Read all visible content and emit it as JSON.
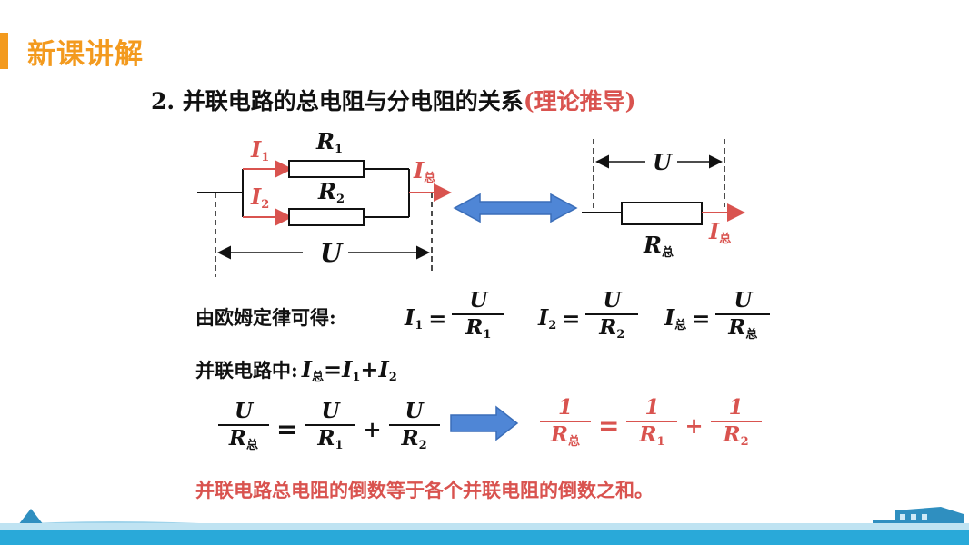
{
  "header": {
    "title": "新课讲解",
    "accent": "#f39a1e"
  },
  "section": {
    "title_main": "2. 并联电路的总电阻与分电阻的关系",
    "title_note": "(理论推导)"
  },
  "circuit_left": {
    "i1": "I",
    "i1_sub": "1",
    "i2": "I",
    "i2_sub": "2",
    "r1": "R",
    "r1_sub": "1",
    "r2": "R",
    "r2_sub": "2",
    "itotal": "I",
    "itotal_sub": "总",
    "u": "U"
  },
  "circuit_right": {
    "u": "U",
    "r": "R",
    "r_sub": "总",
    "i": "I",
    "i_sub": "总"
  },
  "ohm": {
    "label": "由欧姆定律可得:",
    "eq1_lhs": "I",
    "eq1_lhs_sub": "1",
    "eq1_num": "U",
    "eq1_den": "R",
    "eq1_den_sub": "1",
    "eq2_lhs": "I",
    "eq2_lhs_sub": "2",
    "eq2_num": "U",
    "eq2_den": "R",
    "eq2_den_sub": "2",
    "eq3_lhs": "I",
    "eq3_lhs_sub": "总",
    "eq3_num": "U",
    "eq3_den": "R",
    "eq3_den_sub": "总",
    "equals": "="
  },
  "parallel": {
    "label": "并联电路中:",
    "i": "I",
    "i_sub": "总",
    "eq": "=",
    "i1": "I",
    "i1_sub": "1",
    "plus": "+",
    "i2": "I",
    "i2_sub": "2"
  },
  "derivation": {
    "l_num": "U",
    "l_den": "R",
    "l_den_sub": "总",
    "m_num": "U",
    "m_den": "R",
    "m_den_sub": "1",
    "r_num": "U",
    "r_den": "R",
    "r_den_sub": "2",
    "equals": "=",
    "plus": "+"
  },
  "result": {
    "one": "1",
    "l_den": "R",
    "l_den_sub": "总",
    "m_den": "R",
    "m_den_sub": "1",
    "r_den": "R",
    "r_den_sub": "2",
    "equals": "=",
    "plus": "+"
  },
  "conclusion": "并联电路总电阻的倒数等于各个并联电阻的倒数之和。",
  "colors": {
    "red": "#d9534f",
    "arrow_blue": "#4f86d6",
    "footer": "#29a9d9"
  }
}
